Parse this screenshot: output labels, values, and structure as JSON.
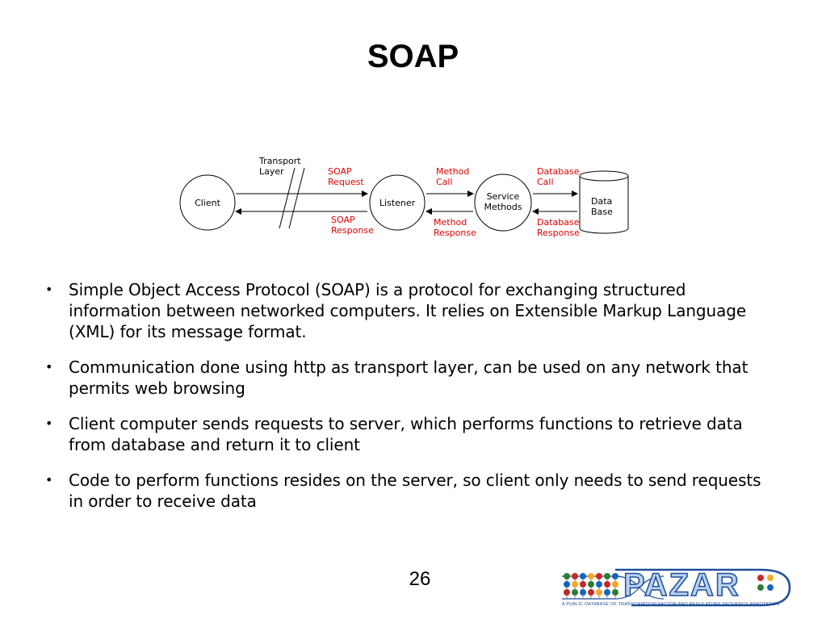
{
  "slide": {
    "title": "SOAP",
    "page_number": "26"
  },
  "diagram": {
    "nodes": {
      "client": "Client",
      "listener": "Listener",
      "service_methods": [
        "Service",
        "Methods"
      ],
      "database": [
        "Data",
        "Base"
      ]
    },
    "transport_layer_label": [
      "Transport",
      "Layer"
    ],
    "arrow_labels": {
      "soap_request": [
        "SOAP",
        "Request"
      ],
      "soap_response": [
        "SOAP",
        "Response"
      ],
      "method_call": [
        "Method",
        "Call"
      ],
      "method_response": [
        "Method",
        "Response"
      ],
      "database_call": [
        "Database",
        "Call"
      ],
      "database_response": [
        "Database",
        "Response"
      ]
    },
    "colors": {
      "arrow_label": "#e00000",
      "line": "#000000"
    }
  },
  "bullets": [
    "Simple Object Access Protocol (SOAP) is a protocol for exchanging structured information between networked computers. It relies on Extensible Markup Language (XML) for its message format.",
    "Communication done using http as transport layer, can be used on any network that permits web browsing",
    "Client computer sends requests to server, which performs functions to retrieve data from database and return it to client",
    "Code to perform functions resides on the server, so client only needs to send requests in order to receive data"
  ],
  "logo": {
    "name": "PAZAR",
    "tagline": "A PUBLIC DATABASE OF TRANSCRIPTION FACTOR AND REGULATORY SEQUENCE ANNOTATION",
    "colors": {
      "outline": "#1f4e9a",
      "fill": "#b9d2ee"
    }
  }
}
